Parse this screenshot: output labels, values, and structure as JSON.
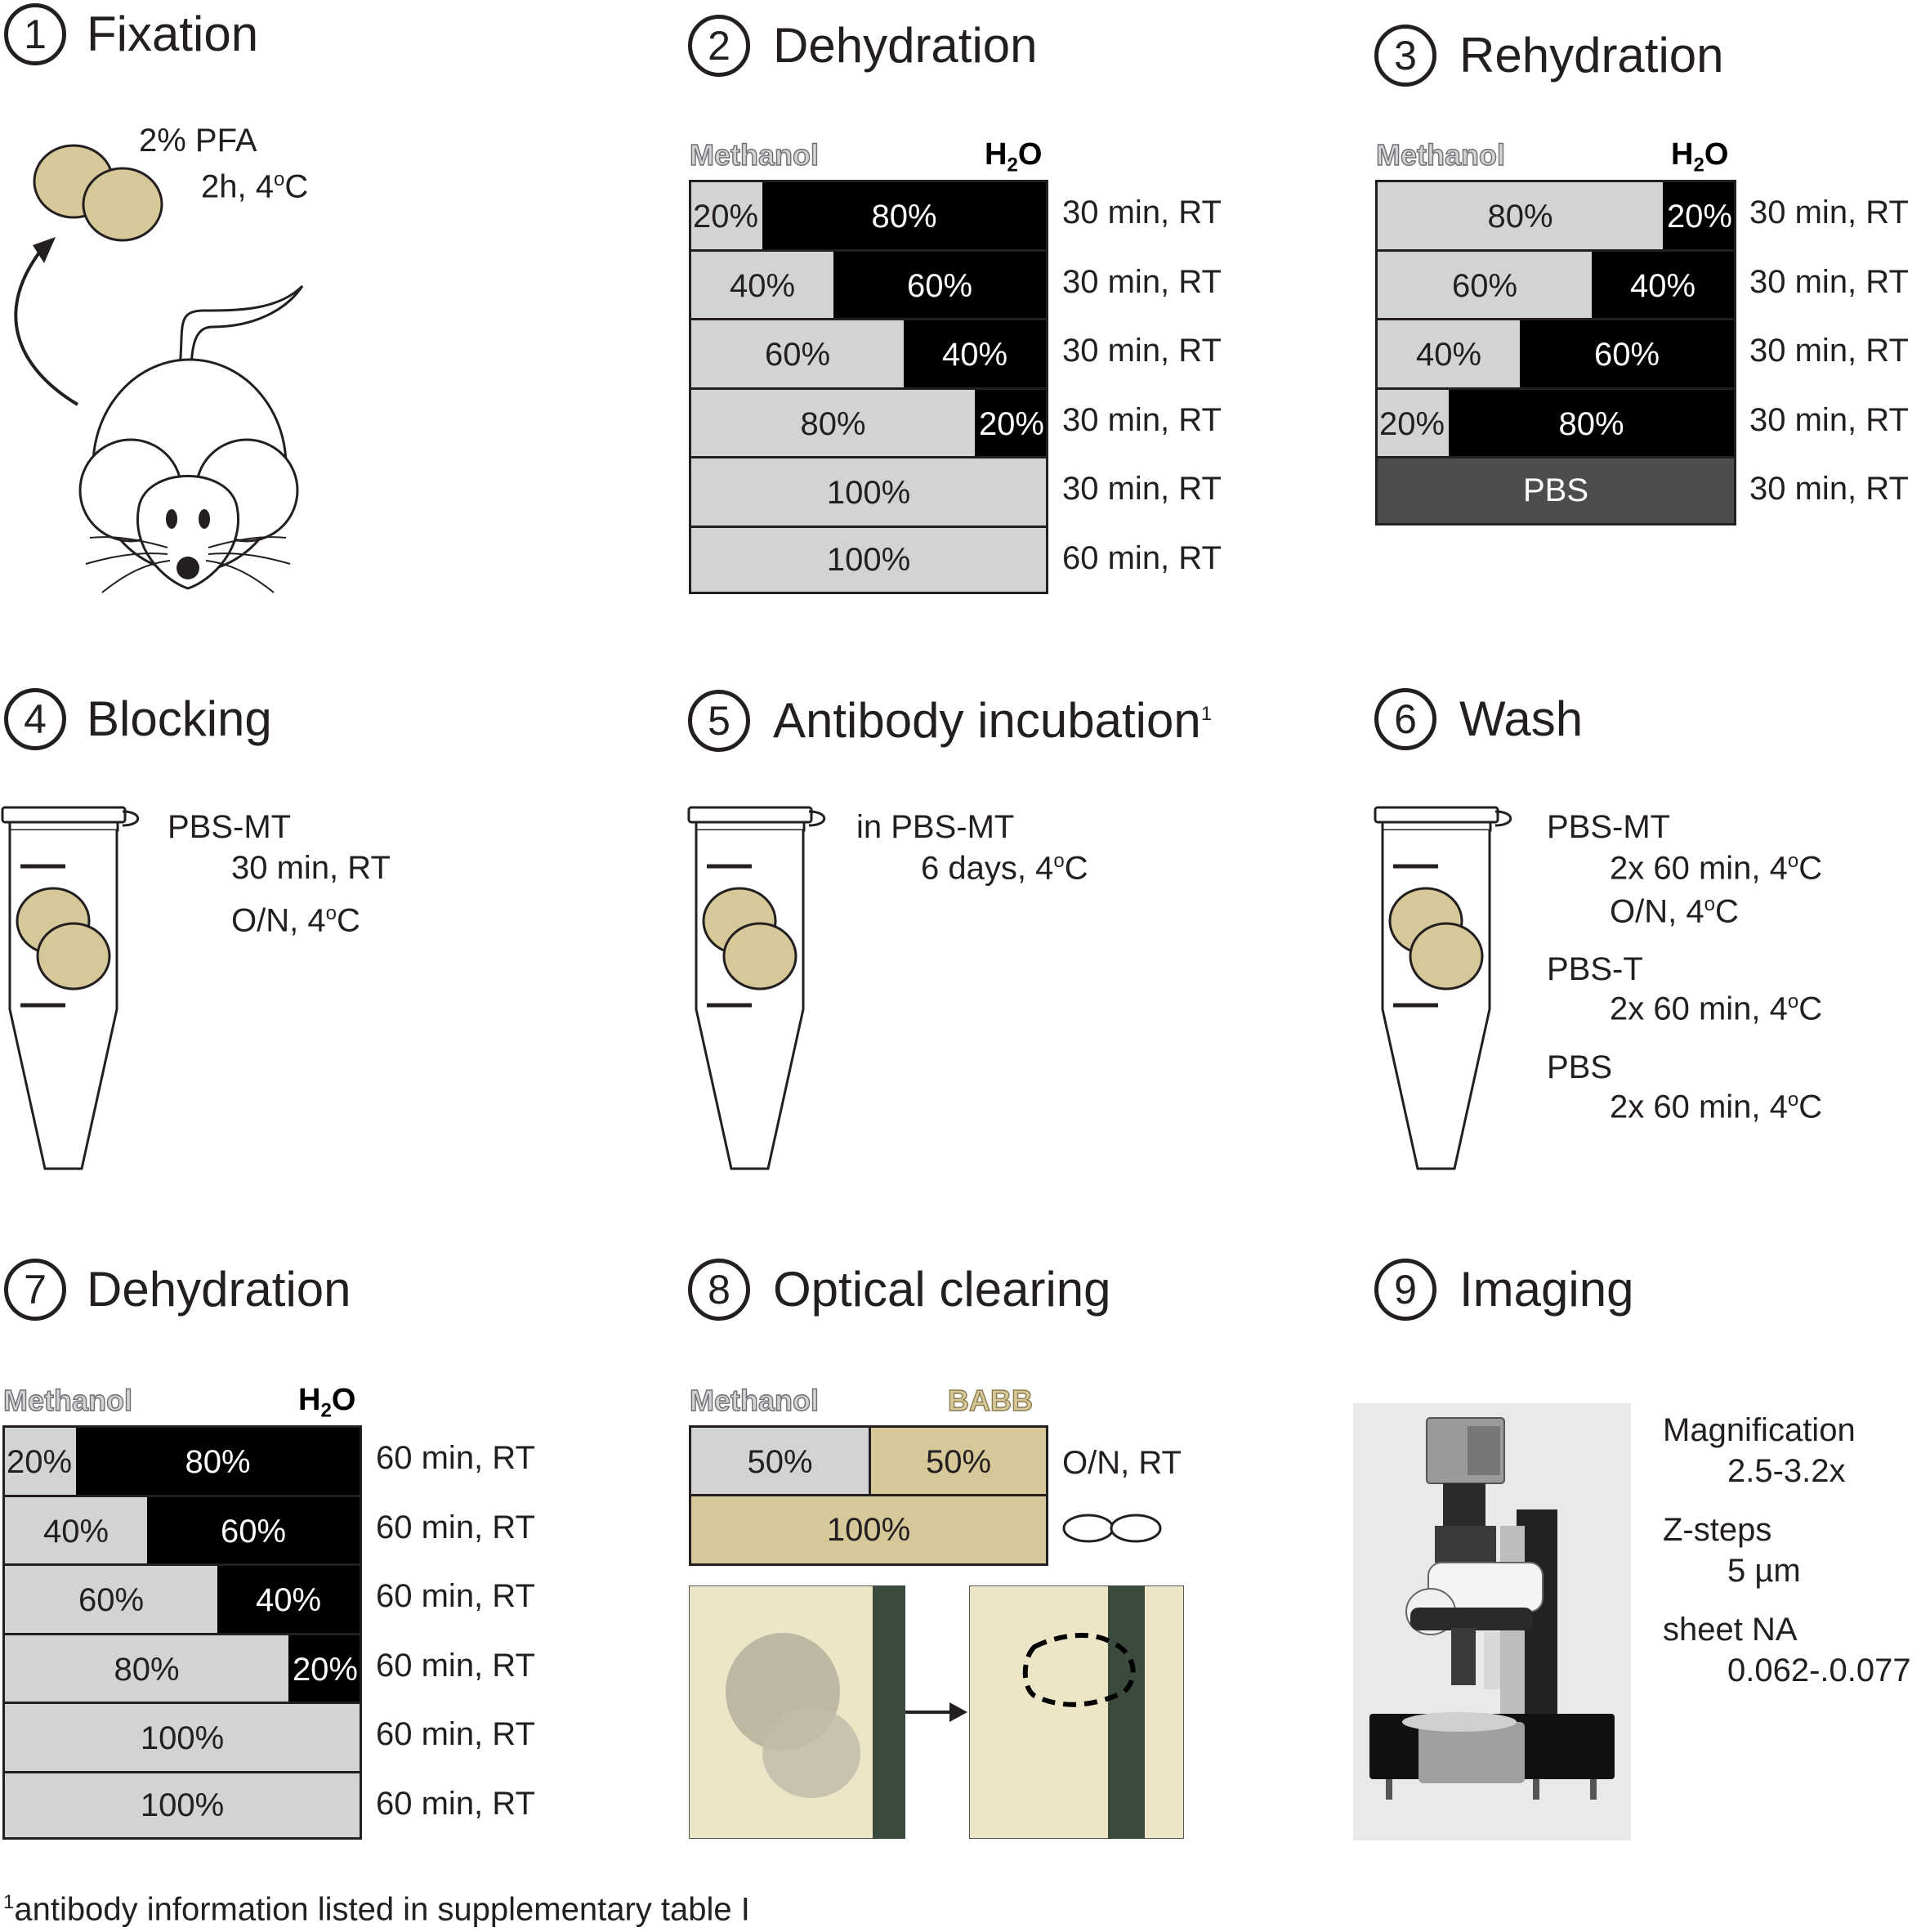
{
  "colors": {
    "methanol": "#d2d3d5",
    "water": "#000000",
    "babb": "#d6c898",
    "pbs": "#4d4d4f",
    "tissue": "#d6c898"
  },
  "steps": [
    {
      "num": "1",
      "title": "Fixation"
    },
    {
      "num": "2",
      "title": "Dehydration"
    },
    {
      "num": "3",
      "title": "Rehydration"
    },
    {
      "num": "4",
      "title": "Blocking"
    },
    {
      "num": "5",
      "title": "Antibody incubation"
    },
    {
      "num": "6",
      "title": "Wash"
    },
    {
      "num": "7",
      "title": "Dehydration"
    },
    {
      "num": "8",
      "title": "Optical clearing"
    },
    {
      "num": "9",
      "title": "Imaging"
    }
  ],
  "footnote_marker": "1",
  "fixation": {
    "reagent": "2% PFA",
    "time": "2h, 4",
    "deg": "o",
    "unit": "C"
  },
  "labels": {
    "methanol": "Methanol",
    "h": "H",
    "sub2": "2",
    "o": "O",
    "babb": "BABB"
  },
  "dehydration1": {
    "rows": [
      {
        "left": "20%",
        "right": "80%",
        "time": "30 min, RT"
      },
      {
        "left": "40%",
        "right": "60%",
        "time": "30 min, RT"
      },
      {
        "left": "60%",
        "right": "40%",
        "time": "30 min, RT"
      },
      {
        "left": "80%",
        "right": "20%",
        "time": "30 min, RT"
      },
      {
        "left": "100%",
        "right": "",
        "time": "30 min, RT"
      },
      {
        "left": "100%",
        "right": "",
        "time": "60 min, RT"
      }
    ]
  },
  "rehydration": {
    "rows": [
      {
        "left": "80%",
        "right": "20%",
        "time": "30 min, RT"
      },
      {
        "left": "60%",
        "right": "40%",
        "time": "30 min, RT"
      },
      {
        "left": "40%",
        "right": "60%",
        "time": "30 min, RT"
      },
      {
        "left": "20%",
        "right": "80%",
        "time": "30 min, RT"
      },
      {
        "pbs": "PBS",
        "time": "30 min, RT"
      }
    ]
  },
  "blocking": {
    "reagent": "PBS-MT",
    "line1": "30 min, RT",
    "line2": "O/N, 4",
    "deg": "o",
    "unit": "C"
  },
  "antibody": {
    "reagent": "in PBS-MT",
    "line1": "6 days, 4",
    "deg": "o",
    "unit": "C"
  },
  "wash": {
    "r1": "PBS-MT",
    "r1a": "2x 60 min, 4",
    "r1b": "O/N, 4",
    "r2": "PBS-T",
    "r2a": "2x 60 min, 4",
    "r3": "PBS",
    "r3a": "2x 60 min, 4",
    "deg": "o",
    "unit": "C"
  },
  "dehydration2": {
    "rows": [
      {
        "left": "20%",
        "right": "80%",
        "time": "60 min, RT"
      },
      {
        "left": "40%",
        "right": "60%",
        "time": "60 min, RT"
      },
      {
        "left": "60%",
        "right": "40%",
        "time": "60 min, RT"
      },
      {
        "left": "80%",
        "right": "20%",
        "time": "60 min, RT"
      },
      {
        "left": "100%",
        "right": "",
        "time": "60 min, RT"
      },
      {
        "left": "100%",
        "right": "",
        "time": "60 min, RT"
      }
    ]
  },
  "clearing": {
    "row1_left": "50%",
    "row1_right": "50%",
    "row1_time": "O/N, RT",
    "row2": "100%"
  },
  "imaging": {
    "l1": "Magnification",
    "v1": "2.5-3.2x",
    "l2": "Z-steps",
    "v2": "5 µm",
    "l3": "sheet NA",
    "v3": "0.062-.0.077"
  },
  "footnote": "antibody information listed in supplementary table I"
}
